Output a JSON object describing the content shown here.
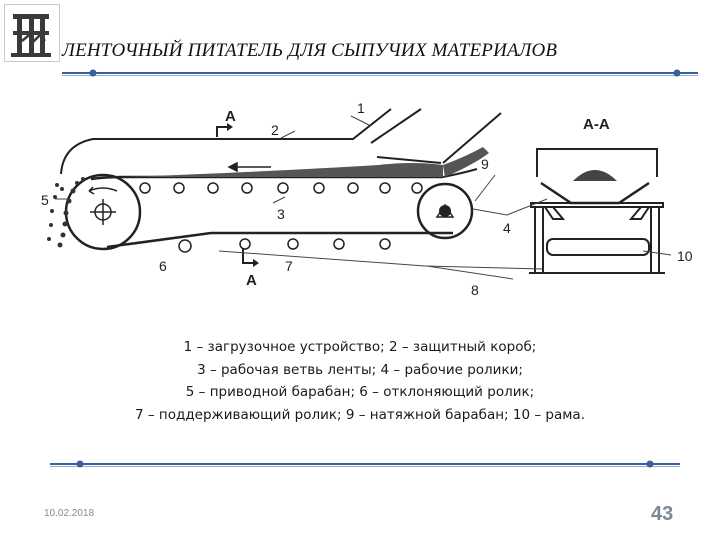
{
  "slide": {
    "title": "ЛЕНТОЧНЫЙ ПИТАТЕЛЬ ДЛЯ СЫПУЧИХ МАТЕРИАЛОВ",
    "caption_lines": [
      "1 – загрузочное устройство; 2 – защитный короб;",
      "3 – рабочая ветвь ленты; 4 – рабочие ролики;",
      "5 – приводной барабан; 6 – отклоняющий ролик;",
      "7 – поддерживающий ролик; 9 – натяжной барабан; 10 – рама."
    ],
    "date": "10.02.2018",
    "page_number": "43",
    "accent_color": "#3a5f9e"
  },
  "diagram": {
    "callouts": {
      "n1": "1",
      "n2": "2",
      "n3": "3",
      "n4": "4",
      "n5": "5",
      "n6": "6",
      "n7": "7",
      "n8": "8",
      "n9": "9",
      "n10": "10"
    },
    "section_mark_top": "А",
    "section_mark_bottom": "А",
    "section_view_title": "А-А"
  }
}
